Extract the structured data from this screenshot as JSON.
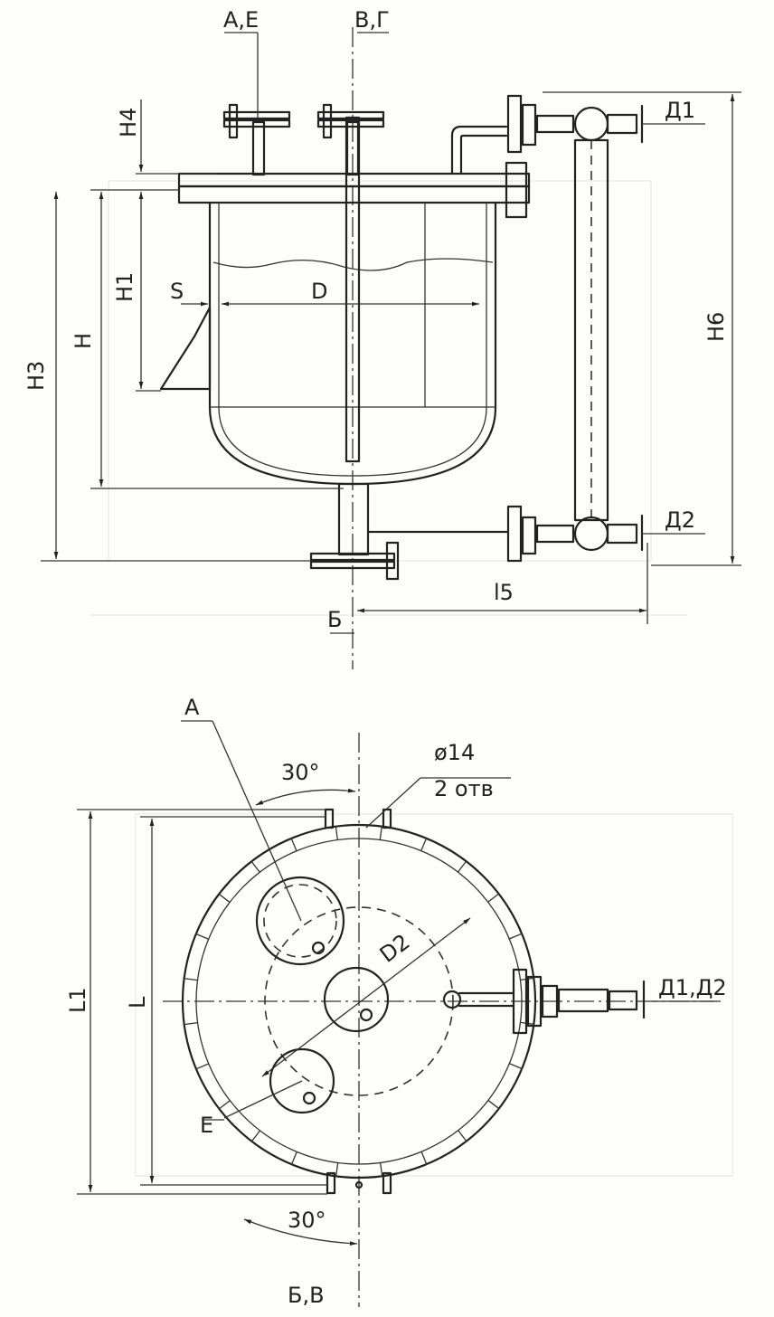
{
  "top_view": {
    "nozzle_left": "А,Е",
    "nozzle_right": "В,Г",
    "dim_h4": "H4",
    "dim_h1": "H1",
    "dim_h": "H",
    "dim_h3": "H3",
    "dim_h6": "H6",
    "dim_s": "S",
    "dim_d": "D",
    "dim_l5": "l5",
    "valve_top": "Д1",
    "valve_bottom": "Д2",
    "outlet": "Б"
  },
  "bottom_view": {
    "label_a": "А",
    "label_e": "Е",
    "angle_top": "30°",
    "angle_bottom": "30°",
    "hole_dia": "ø14",
    "hole_count": "2 отв",
    "dim_d2": "D2",
    "dim_l1": "L1",
    "dim_l": "L",
    "valves": "Д1,Д2",
    "bottom_marks": "Б,В"
  }
}
